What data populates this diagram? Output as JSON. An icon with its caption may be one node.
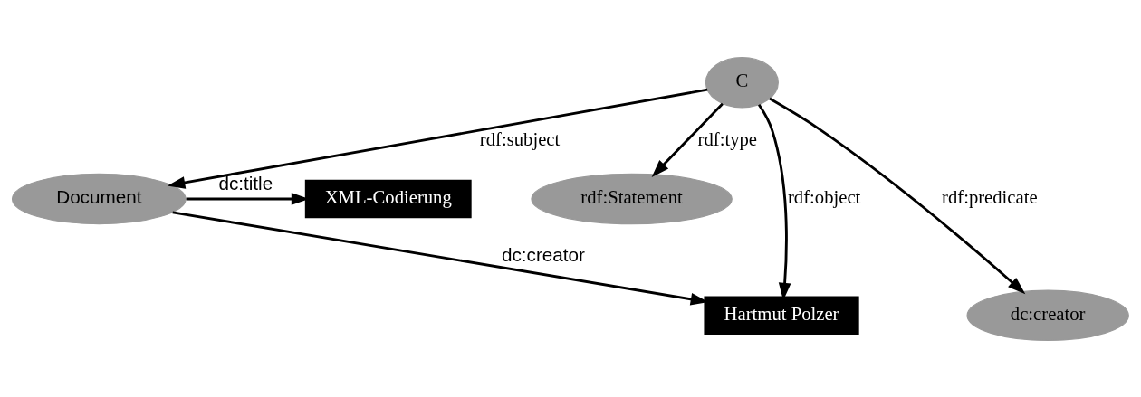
{
  "diagram": {
    "nodes": [
      {
        "text": [
          "Document"
        ]
      },
      {
        "text": [
          "XML-Codierung"
        ]
      },
      {
        "text": [
          "rdf:Statement"
        ]
      },
      {
        "text": [
          "Hartmut Polzer"
        ]
      },
      {
        "text": [
          "C"
        ]
      },
      {
        "text": [
          "dc:creator"
        ]
      }
    ],
    "edges": [
      {
        "from": 0,
        "to": 1,
        "arrow": "to",
        "label": "dc:title"
      },
      {
        "from": 0,
        "to": 3,
        "arrow": "to",
        "label": "dc:creator"
      },
      {
        "from": 4,
        "to": 0,
        "arrow": "to",
        "label": "rdf:subject"
      },
      {
        "from": 4,
        "to": 2,
        "arrow": "to",
        "label": "rdf:type"
      },
      {
        "from": 4,
        "to": 3,
        "arrow": "to",
        "label": "rdf:object"
      },
      {
        "from": 4,
        "to": 5,
        "arrow": "to",
        "label": "rdf:predicate"
      }
    ]
  }
}
